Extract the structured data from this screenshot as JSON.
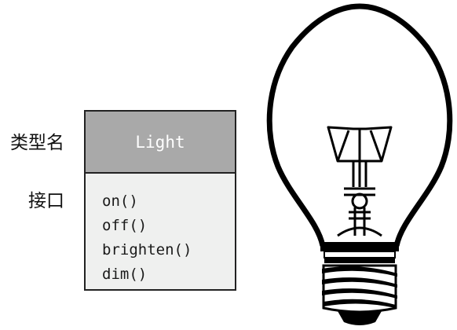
{
  "labels": {
    "type_name": "类型名",
    "interface": "接口"
  },
  "class_box": {
    "name": "Light",
    "methods": [
      "on()",
      "off()",
      "brighten()",
      "dim()"
    ]
  },
  "colors": {
    "header_fill": "#a9a9a9",
    "body_fill": "#eff0ef",
    "outline": "#222222"
  },
  "illustration": {
    "icon": "light-bulb-icon"
  }
}
